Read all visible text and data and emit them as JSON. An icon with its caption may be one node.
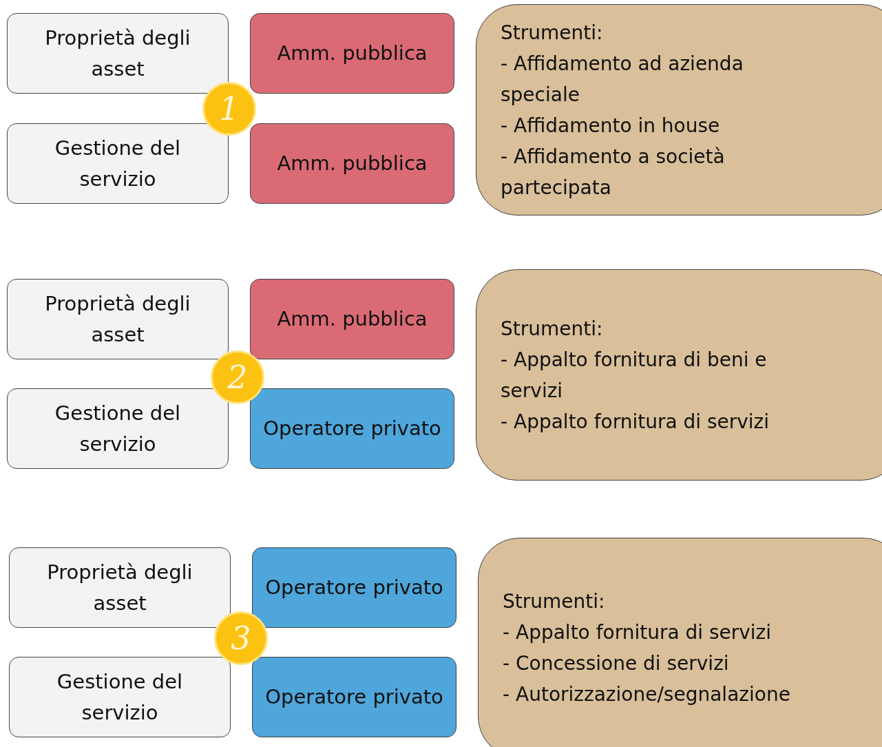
{
  "diagram": {
    "nodes": [
      {
        "text": [
          "Proprietà degli asset"
        ]
      },
      {
        "text": [
          "Amm. pubblica"
        ]
      },
      {
        "text": [
          "Gestione del servizio"
        ]
      },
      {
        "text": [
          "Amm. pubblica"
        ]
      },
      {
        "text": [
          "1"
        ]
      },
      {
        "text": [
          "Strumenti:",
          "- Affidamento ad azienda speciale",
          "- Affidamento in house",
          "- Affidamento a società partecipata"
        ]
      },
      {
        "text": [
          "Proprietà degli asset"
        ]
      },
      {
        "text": [
          "Amm. pubblica"
        ]
      },
      {
        "text": [
          "Gestione del servizio"
        ]
      },
      {
        "text": [
          "Operatore privato"
        ]
      },
      {
        "text": [
          "2"
        ]
      },
      {
        "text": [
          "Strumenti:",
          "- Appalto fornitura di beni e servizi",
          "- Appalto fornitura di servizi"
        ]
      },
      {
        "text": [
          "Proprietà degli asset"
        ]
      },
      {
        "text": [
          "Operatore privato"
        ]
      },
      {
        "text": [
          "Gestione del servizio"
        ]
      },
      {
        "text": [
          "Operatore privato"
        ]
      },
      {
        "text": [
          "3"
        ]
      },
      {
        "text": [
          "Strumenti:",
          "- Appalto fornitura di servizi",
          "- Concessione di servizi",
          "- Autorizzazione/segnalazione"
        ]
      }
    ]
  }
}
